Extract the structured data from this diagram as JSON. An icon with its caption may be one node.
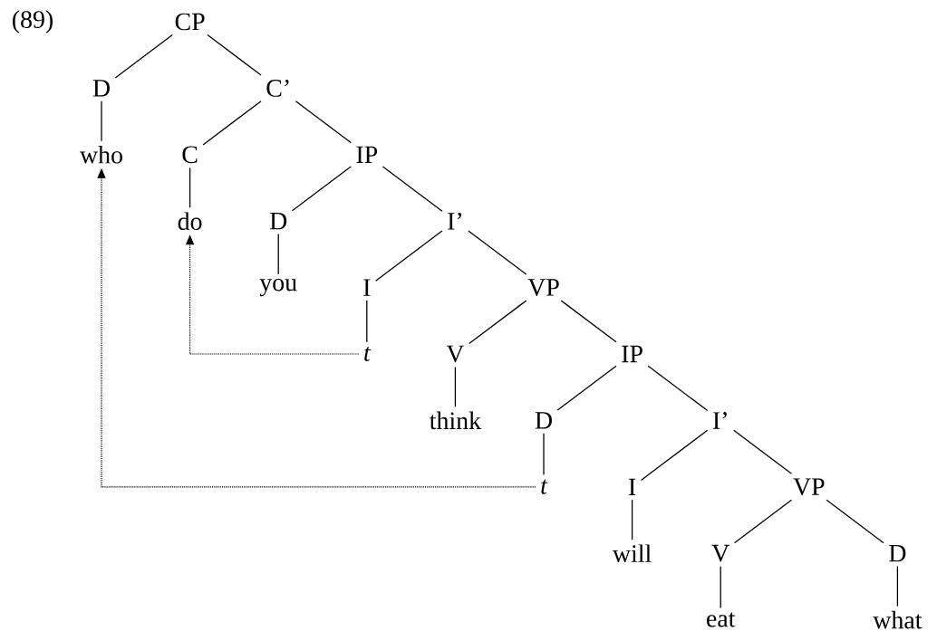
{
  "diagram": {
    "nodes": [
      {
        "text": [
          "CP"
        ]
      },
      {
        "text": [
          "D"
        ]
      },
      {
        "text": [
          "C’"
        ]
      },
      {
        "text": [
          "who"
        ]
      },
      {
        "text": [
          "C"
        ]
      },
      {
        "text": [
          "IP"
        ]
      },
      {
        "text": [
          "do"
        ]
      },
      {
        "text": [
          "D"
        ]
      },
      {
        "text": [
          "I’"
        ]
      },
      {
        "text": [
          "you"
        ]
      },
      {
        "text": [
          "I"
        ]
      },
      {
        "text": [
          "VP"
        ]
      },
      {
        "text": [
          "t"
        ]
      },
      {
        "text": [
          "V"
        ]
      },
      {
        "text": [
          "IP"
        ]
      },
      {
        "text": [
          "think"
        ]
      },
      {
        "text": [
          "D"
        ]
      },
      {
        "text": [
          "I’"
        ]
      },
      {
        "text": [
          "t"
        ]
      },
      {
        "text": [
          "I"
        ]
      },
      {
        "text": [
          "VP"
        ]
      },
      {
        "text": [
          "will"
        ]
      },
      {
        "text": [
          "V"
        ]
      },
      {
        "text": [
          "D"
        ]
      },
      {
        "text": [
          "eat"
        ]
      },
      {
        "text": [
          "what"
        ]
      }
    ],
    "edges": [
      {
        "from": 0,
        "to": 1,
        "arrow": "none"
      },
      {
        "from": 0,
        "to": 2,
        "arrow": "none"
      },
      {
        "from": 1,
        "to": 3,
        "arrow": "none"
      },
      {
        "from": 2,
        "to": 4,
        "arrow": "none"
      },
      {
        "from": 2,
        "to": 5,
        "arrow": "none"
      },
      {
        "from": 4,
        "to": 6,
        "arrow": "none"
      },
      {
        "from": 5,
        "to": 7,
        "arrow": "none"
      },
      {
        "from": 5,
        "to": 8,
        "arrow": "none"
      },
      {
        "from": 7,
        "to": 9,
        "arrow": "none"
      },
      {
        "from": 8,
        "to": 10,
        "arrow": "none"
      },
      {
        "from": 8,
        "to": 11,
        "arrow": "none"
      },
      {
        "from": 10,
        "to": 12,
        "arrow": "none"
      },
      {
        "from": 11,
        "to": 13,
        "arrow": "none"
      },
      {
        "from": 11,
        "to": 14,
        "arrow": "none"
      },
      {
        "from": 13,
        "to": 15,
        "arrow": "none"
      },
      {
        "from": 14,
        "to": 16,
        "arrow": "none"
      },
      {
        "from": 14,
        "to": 17,
        "arrow": "none"
      },
      {
        "from": 16,
        "to": 18,
        "arrow": "none"
      },
      {
        "from": 17,
        "to": 19,
        "arrow": "none"
      },
      {
        "from": 17,
        "to": 20,
        "arrow": "none"
      },
      {
        "from": 19,
        "to": 21,
        "arrow": "none"
      },
      {
        "from": 20,
        "to": 22,
        "arrow": "none"
      },
      {
        "from": 20,
        "to": 23,
        "arrow": "none"
      },
      {
        "from": 22,
        "to": 24,
        "arrow": "none"
      },
      {
        "from": 23,
        "to": 25,
        "arrow": "none"
      },
      {
        "from": 12,
        "to": 6,
        "arrow": "to",
        "style": "dashed"
      },
      {
        "from": 18,
        "to": 3,
        "arrow": "to",
        "style": "dashed"
      }
    ],
    "labels": [
      "(89)"
    ]
  }
}
